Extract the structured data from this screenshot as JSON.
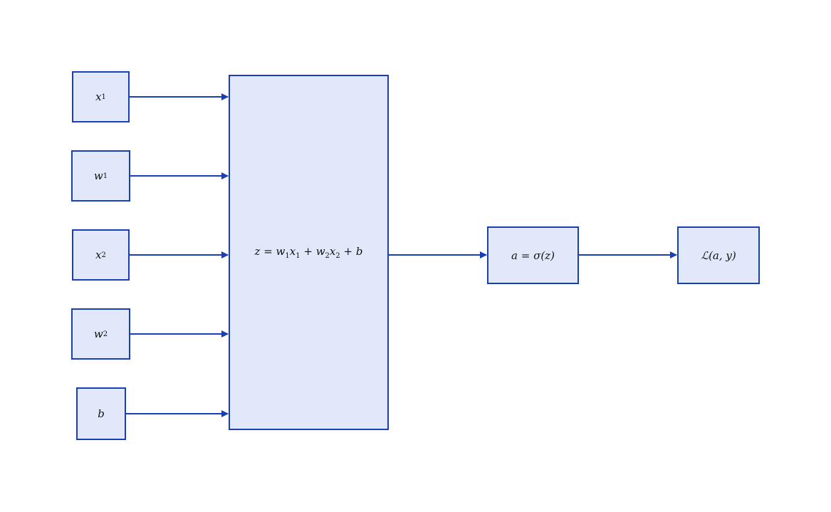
{
  "diagram": {
    "inputs": [
      {
        "var": "x",
        "sub": "1"
      },
      {
        "var": "w",
        "sub": "1"
      },
      {
        "var": "x",
        "sub": "2"
      },
      {
        "var": "w",
        "sub": "2"
      },
      {
        "var": "b",
        "sub": ""
      }
    ],
    "linear": {
      "lhs": "z",
      "eq": " = ",
      "t1_var": "w",
      "t1_sub": "1",
      "t2_var": "x",
      "t2_sub": "1",
      "plus1": " + ",
      "t3_var": "w",
      "t3_sub": "2",
      "t4_var": "x",
      "t4_sub": "2",
      "plus2": " + ",
      "t5_var": "b"
    },
    "activation": {
      "text": "a = σ(z)"
    },
    "loss": {
      "text": "ℒ(a, y)"
    }
  },
  "colors": {
    "node_fill": "#e0e8f9",
    "stroke": "#1a3db8"
  }
}
